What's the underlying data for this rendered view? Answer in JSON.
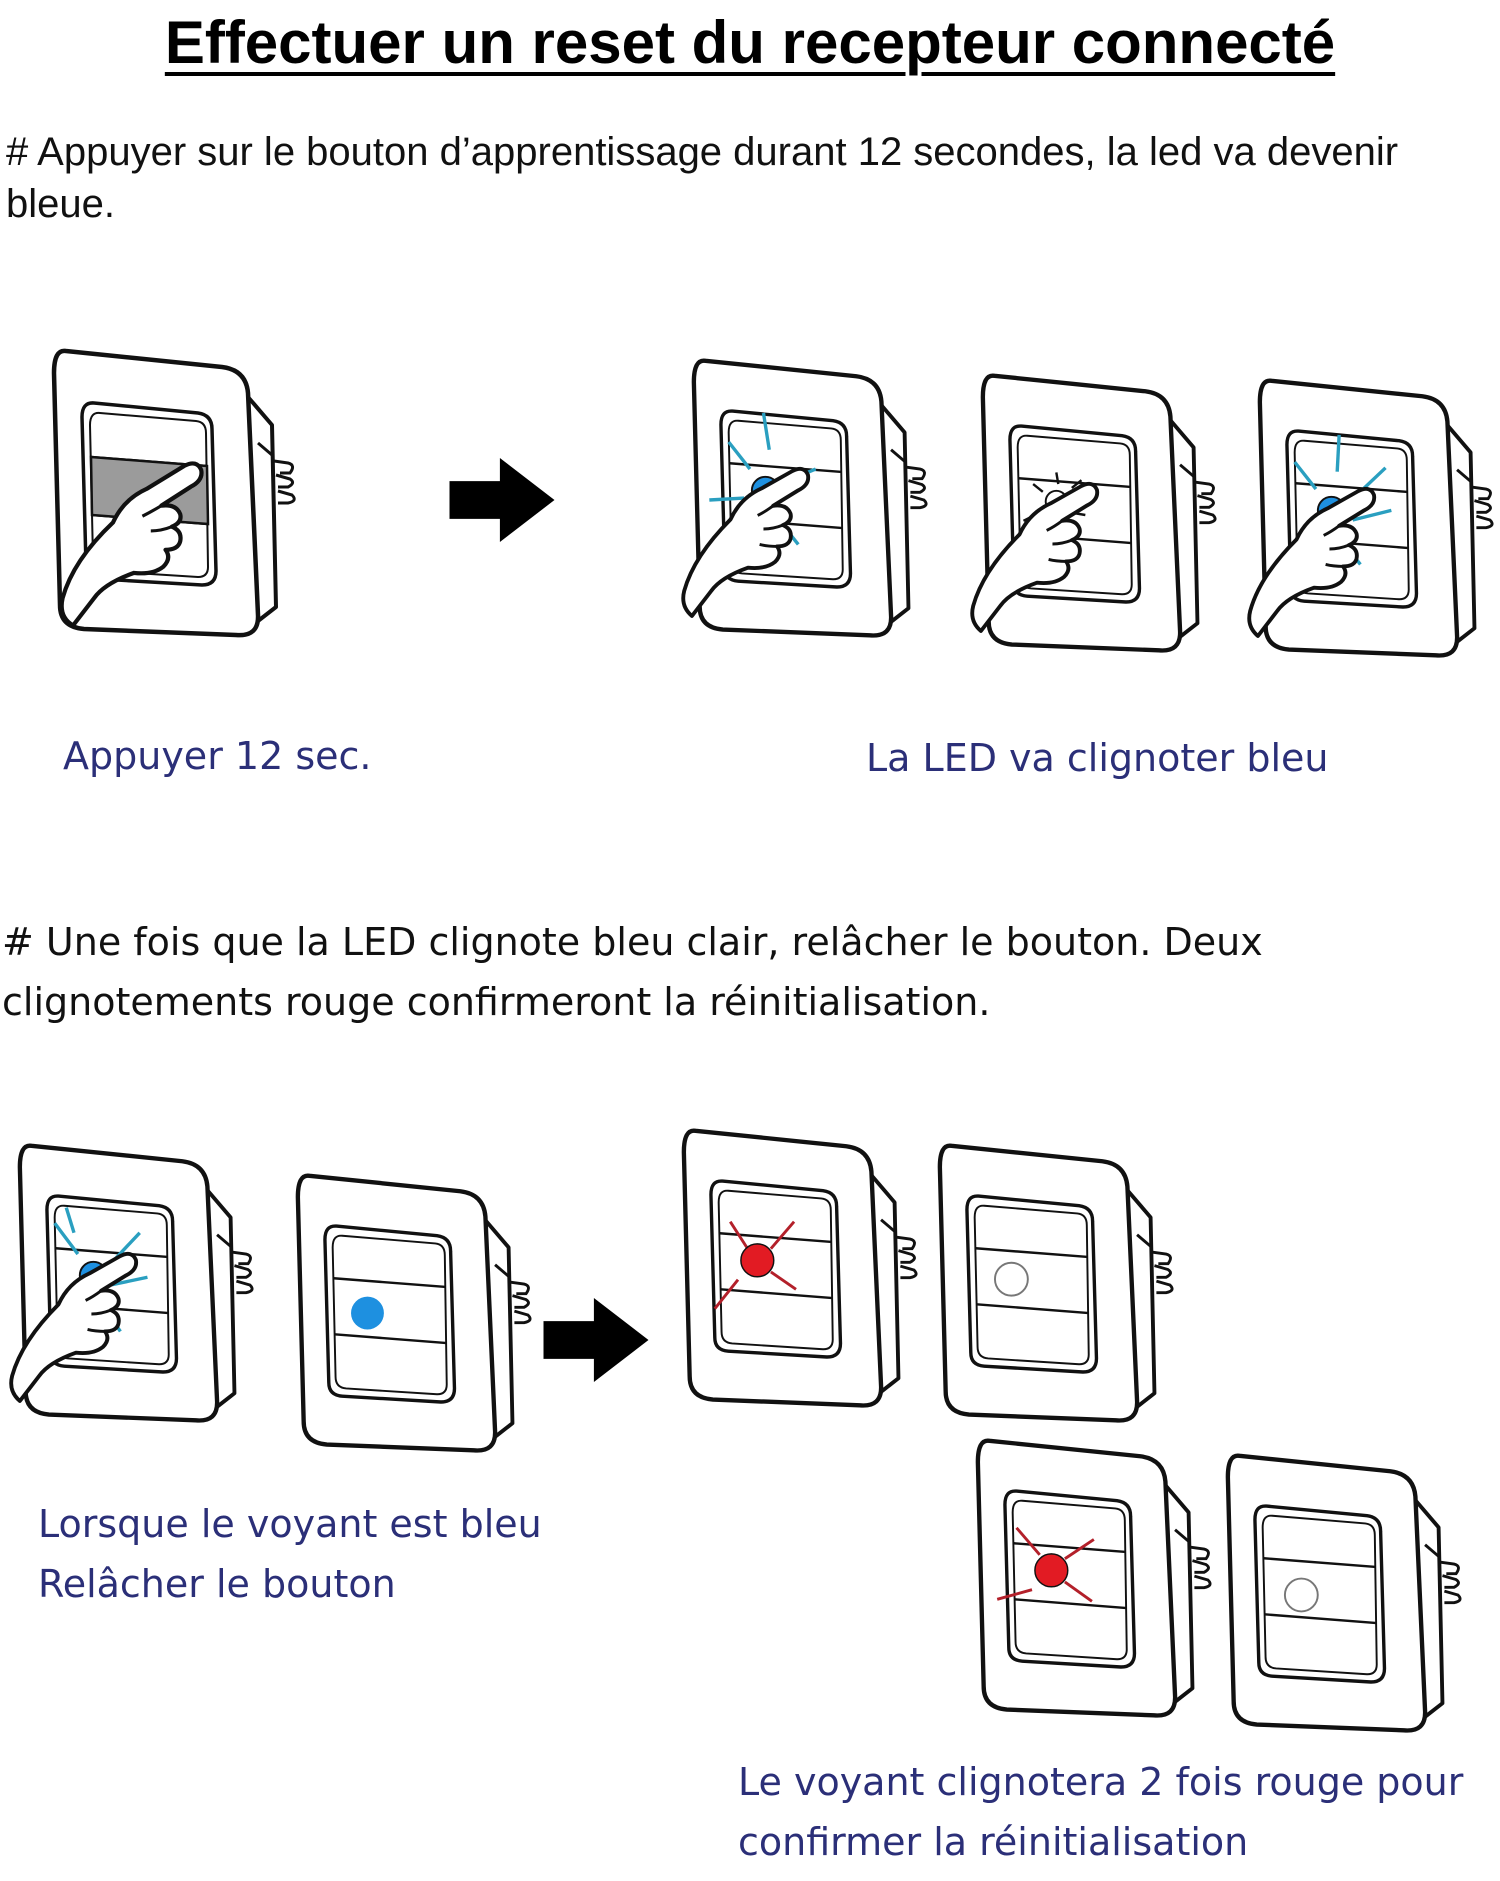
{
  "document": {
    "title": "Effectuer un reset du recepteur connecté",
    "step1_text": "# Appuyer sur le bouton d’apprentissage durant 12 secondes, la led va devenir bleue.",
    "step1_caption_left": "Appuyer 12 sec.",
    "step1_caption_right": "La LED va clignoter bleu",
    "step2_text": "# Une fois que la LED clignote bleu clair, relâcher le bouton. Deux clignotements rouge confirmeront la réinitialisation.",
    "step2_caption_left": [
      "Lorsque le voyant est bleu",
      "Relâcher le bouton"
    ],
    "step2_caption_right": [
      "Le voyant clignotera 2 fois rouge pour",
      "confirmer la réinitialisation"
    ]
  },
  "colors": {
    "caption": "#2b2f78",
    "led_blue": "#1e90e0",
    "led_blue_rays": "#2a9fc0",
    "led_red": "#e21b23",
    "led_red_rays": "#b3202a",
    "arrow": "#000000"
  },
  "icons": [
    "switch-pressed-grey",
    "switch-pressed-blue-blink",
    "switch-pressed-off-blink",
    "switch-blue-led",
    "switch-red-blink",
    "switch-led-off",
    "right-arrow-icon"
  ]
}
